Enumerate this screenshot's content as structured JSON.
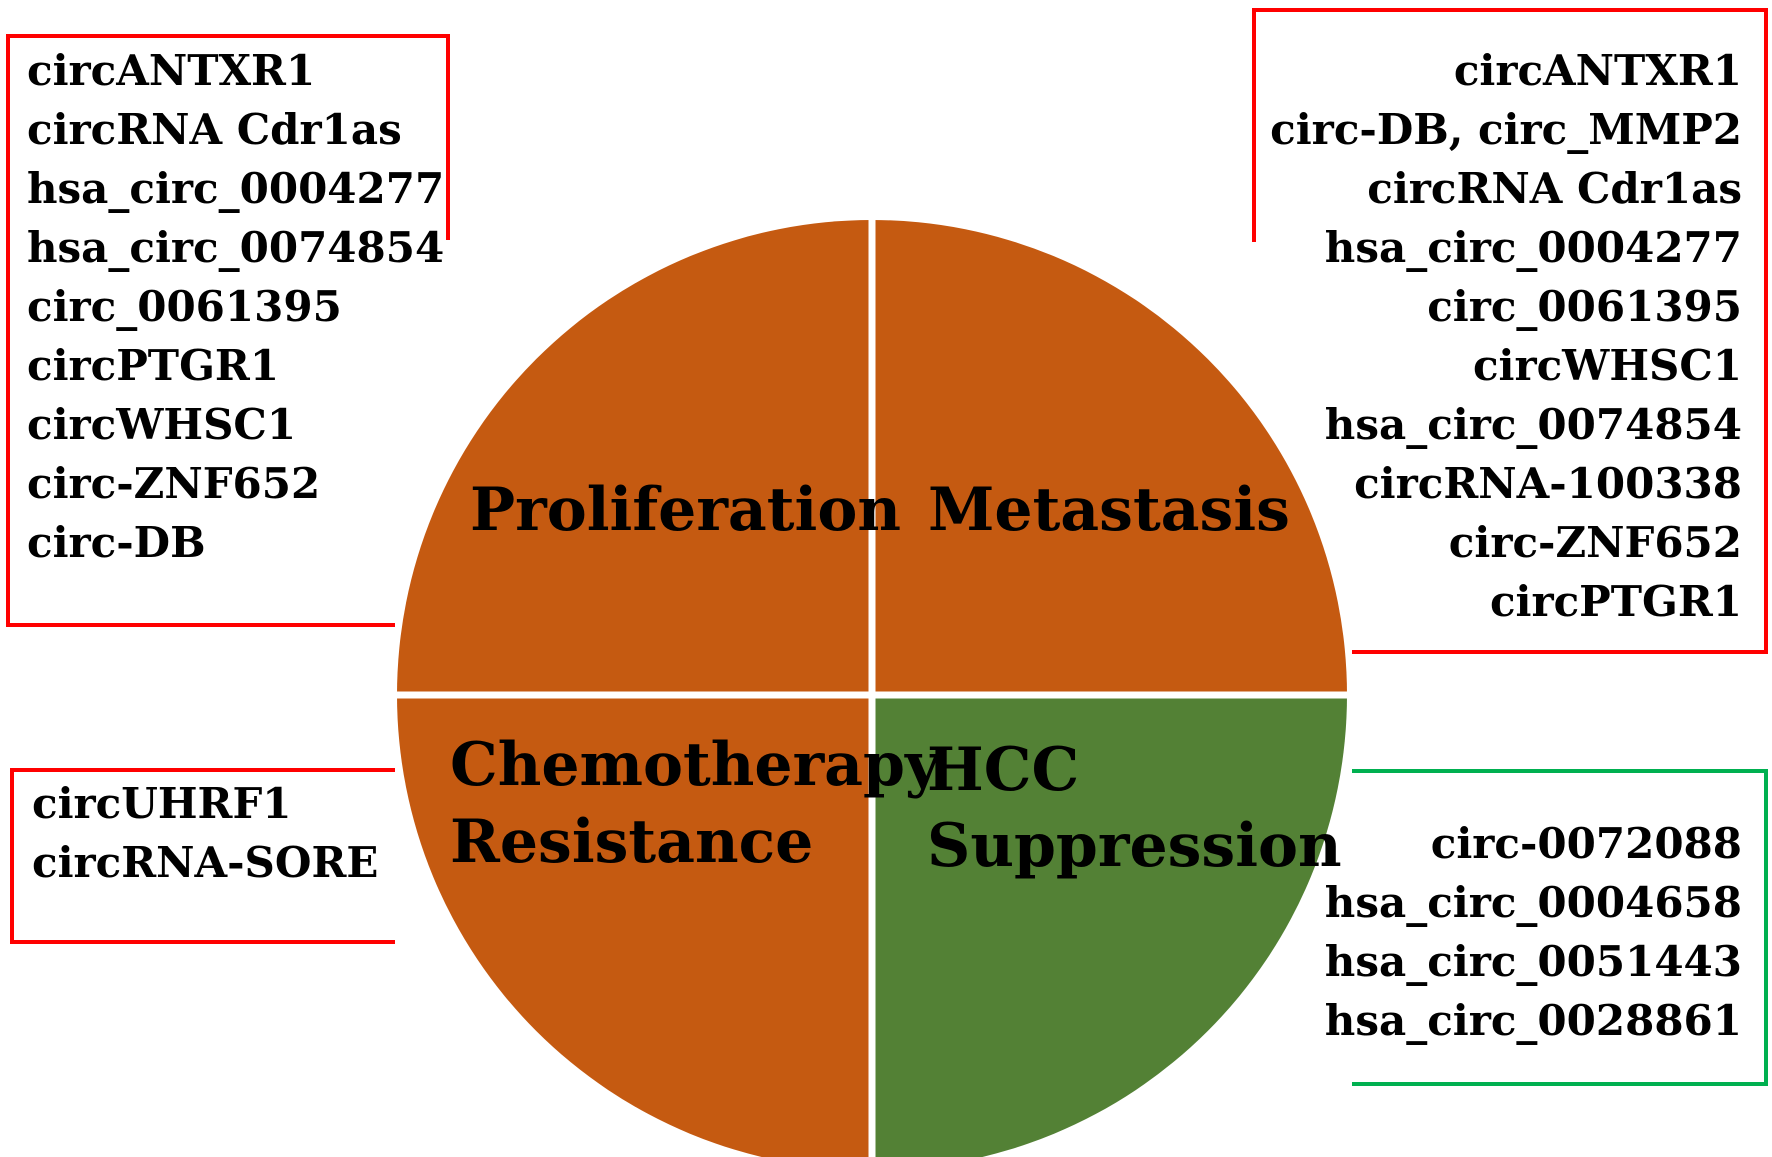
{
  "colors": {
    "red_sector": "#c55a11",
    "green_sector": "#538135",
    "red_bracket": "#ff0000",
    "green_bracket": "#00b050",
    "divider": "#ffffff"
  },
  "quadrants": {
    "proliferation": {
      "lines": [
        "Proliferation"
      ]
    },
    "metastasis": {
      "lines": [
        "Metastasis"
      ]
    },
    "chemotherapy_resistance": {
      "lines": [
        "Chemotherapy",
        "Resistance"
      ]
    },
    "hcc_suppression": {
      "lines": [
        "HCC",
        "Suppression"
      ]
    }
  },
  "lists": {
    "proliferation": [
      "circANTXR1",
      "circRNA Cdr1as",
      "hsa_circ_0004277",
      "hsa_circ_0074854",
      "circ_0061395",
      "circPTGR1",
      "circWHSC1",
      "circ-ZNF652",
      "circ-DB"
    ],
    "metastasis": [
      "circANTXR1",
      "circ-DB, circ_MMP2",
      "circRNA Cdr1as",
      "hsa_circ_0004277",
      "circ_0061395",
      "circWHSC1",
      "hsa_circ_0074854",
      "circRNA-100338",
      "circ-ZNF652",
      "circPTGR1"
    ],
    "chemotherapy_resistance": [
      "circUHRF1",
      "circRNA-SORE"
    ],
    "hcc_suppression": [
      "circ-0072088",
      "hsa_circ_0004658",
      "hsa_circ_0051443",
      "hsa_circ_0028861"
    ]
  }
}
